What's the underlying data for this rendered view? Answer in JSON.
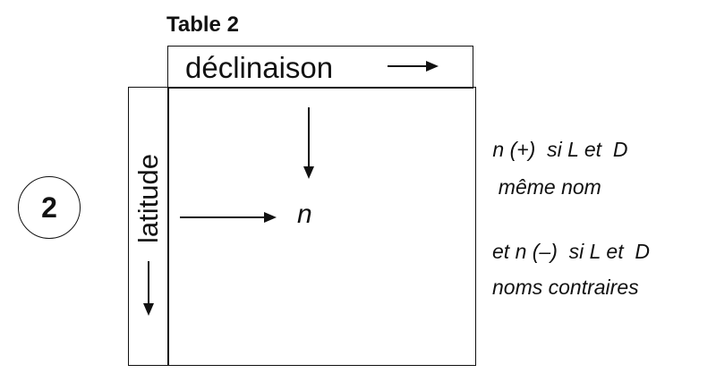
{
  "title": "Table 2",
  "circle_number": "2",
  "column_header": "déclinaison",
  "row_header": "latitude",
  "result_label": "n",
  "notes": [
    " n (+)  si L et  D",
    "  même nom",
    "et n (–)  si L et  D",
    "noms contraires"
  ],
  "icons": {
    "column_arrow": "arrow-right-icon",
    "row_arrow": "arrow-down-icon",
    "into_n_down": "arrow-down-icon",
    "into_n_right": "arrow-right-icon"
  }
}
